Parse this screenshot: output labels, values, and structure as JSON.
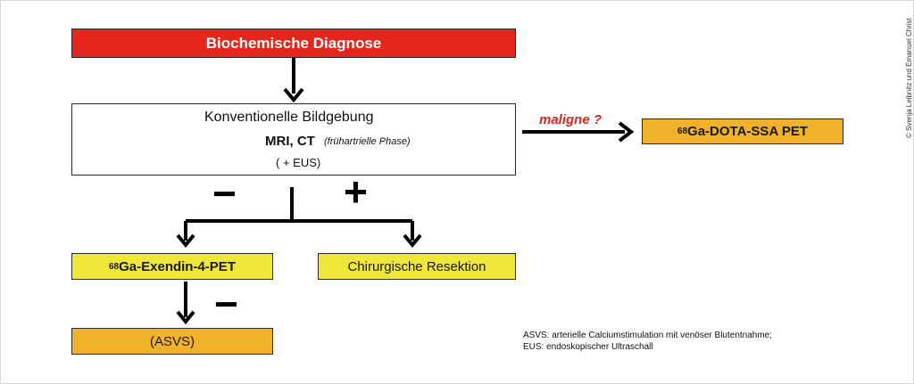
{
  "nodes": {
    "diagnosis": "Biochemische Diagnose",
    "imaging": {
      "title": "Konventionelle Bildgebung",
      "modalities": "MRI, CT",
      "phase": "(frühartrielle Phase)",
      "eus": "( + EUS)"
    },
    "dota_pet": {
      "sup": "68",
      "label": "Ga-DOTA-SSA PET"
    },
    "exendin_pet": {
      "sup": "68",
      "label": "Ga-Exendin-4-PET"
    },
    "resection": "Chirurgische Resektion",
    "asvs": "(ASVS)"
  },
  "edge_labels": {
    "maligne": "maligne ?",
    "negative": "−",
    "positive": "+",
    "negative_lower": "−"
  },
  "legend": [
    "ASVS: arterielle Calciumstimulation mit venöser Blutentnahme;",
    "EUS: endoskopischer Ultraschall"
  ],
  "copyright": "© Svenja Leibnitz und Emanuel Christ",
  "colors": {
    "red": "#e4261d",
    "yellow": "#efe63a",
    "orange": "#f0b22a",
    "maligne_text": "#d7261e"
  }
}
